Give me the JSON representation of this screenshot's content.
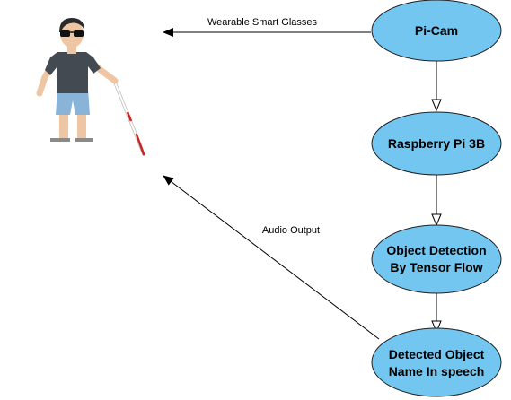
{
  "nodes": {
    "picam": {
      "label": "Pi-Cam"
    },
    "raspberry": {
      "label": "Raspberry Pi 3B"
    },
    "detection": {
      "line1": "Object Detection",
      "line2": "By Tensor Flow"
    },
    "speech": {
      "line1": "Detected Object",
      "line2": "Name In speech"
    }
  },
  "edges": {
    "glasses_label": "Wearable Smart Glasses",
    "audio_label": "Audio Output"
  },
  "colors": {
    "node_fill": "#73c6f0",
    "node_stroke": "#1f1f1f",
    "shirt": "#444a52",
    "shorts": "#8ab3d8",
    "skin": "#efc6a3",
    "hair": "#2b2b2b",
    "cane": "#ffffff",
    "cane_tip": "#cc2222"
  },
  "icons": {
    "person": "blind-person-with-cane-icon"
  }
}
